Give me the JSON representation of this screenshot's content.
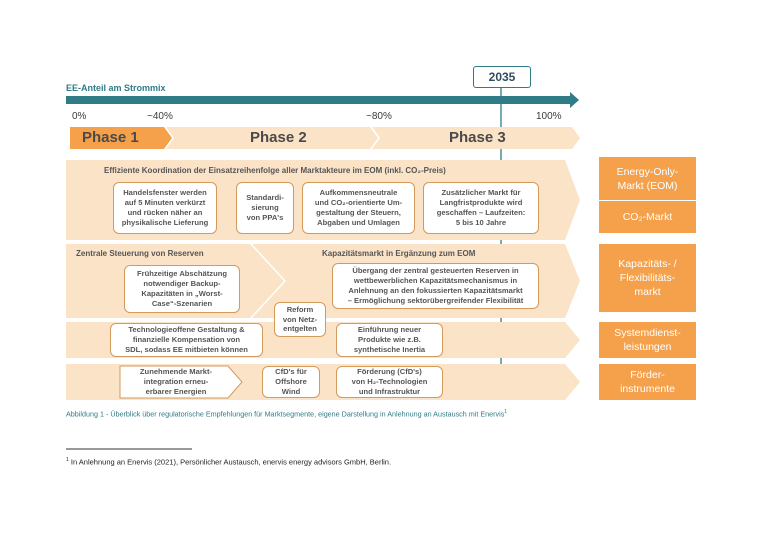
{
  "axis": {
    "title": "EE-Anteil am Strommix",
    "year": "2035",
    "ticks": [
      "0%",
      "~40%",
      "~80%",
      "100%"
    ]
  },
  "phases": [
    "Phase 1",
    "Phase 2",
    "Phase 3"
  ],
  "lanes": {
    "eom": {
      "title": "Effiziente Koordination der Einsatzreihenfolge aller Marktakteure im EOM (inkl. CO₂-Preis)",
      "cards": [
        "Handelsfenster werden\nauf 5 Minuten verkürzt\nund rücken näher an\nphysikalische Lieferung",
        "Standardi-\nsierung\nvon PPA's",
        "Aufkommensneutrale\nund CO₂-orientierte Um-\ngestaltung der Steuern,\nAbgaben und Umlagen",
        "Zusätzlicher Markt für\nLangfristprodukte wird\ngeschaffen – Laufzeiten:\n5 bis 10 Jahre"
      ]
    },
    "capacity": {
      "title_left": "Zentrale Steuerung von Reserven",
      "title_right": "Kapazitätsmarkt in Ergänzung zum EOM",
      "card_left": "Frühzeitige Abschätzung\nnotwendiger Backup-\nKapazitäten in „Worst-\nCase“-Szenarien",
      "card_right": "Übergang der zentral gesteuerten Reserven in\nwettbewerblichen Kapazitätsmechanismus in\nAnlehnung an den fokussierten Kapazitätsmarkt\n– Ermöglichung sektorübergreifender Flexibilität",
      "card_reform": "Reform\nvon Netz-\nentgelten"
    },
    "system": {
      "card_left": "Technologieoffene Gestaltung &\nfinanzielle Kompensation von\nSDL, sodass EE mitbieten können",
      "card_right": "Einführung neuer\nProdukte wie z.B.\nsynthetische Inertia"
    },
    "funding": {
      "card_left": "Zunehmende Markt-\nintegration erneu-\nerbarer Energien",
      "card_mid": "CfD's für\nOffshore\nWind",
      "card_right": "Förderung (CfD's)\nvon H₂-Technologien\nund Infrastruktur"
    }
  },
  "side_labels": [
    "Energy-Only-\nMarkt (EOM)",
    "CO₂-Markt",
    "Kapazitäts- /\nFlexibilitäts-\nmarkt",
    "Systemdienst-\nleistungen",
    "Förder-\ninstrumente"
  ],
  "colors": {
    "accent": "#f5a04a",
    "band_light": "#fbe3c8",
    "arrow_dark": "#2f7c87",
    "border": "#d39a5c"
  },
  "caption": "Abbildung 1 - Überblick über regulatorische Empfehlungen für Marktsegmente, eigene Darstellung in Anlehnung an Austausch mit Enervis",
  "caption_sup": "1",
  "footnote_mark": "1",
  "footnote": "In Anlehnung an Enervis (2021), Persönlicher Austausch, enervis energy advisors GmbH, Berlin."
}
